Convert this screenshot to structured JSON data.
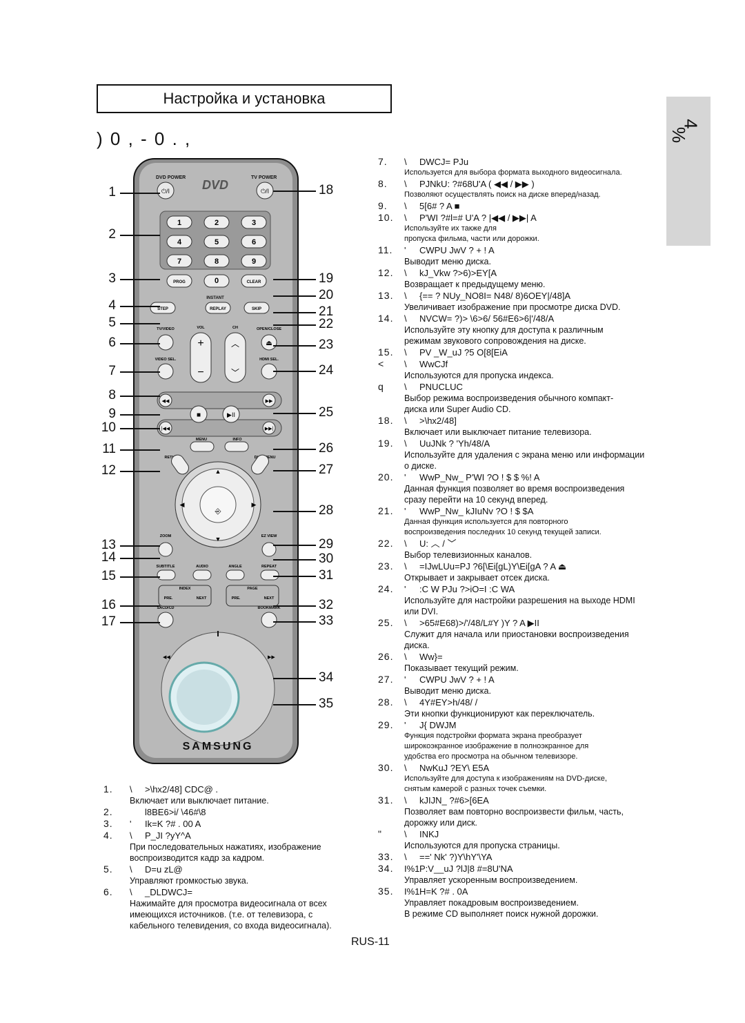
{
  "header": {
    "title": "Настройка и установка"
  },
  "side_tab": {
    "num": "4",
    "pct": "%"
  },
  "garbled_title": ")  0      , -  0             .  ,",
  "remote": {
    "top_buttons": [
      "DVD POWER",
      "TV POWER"
    ],
    "logo": "DVD",
    "digits": [
      "1",
      "2",
      "3",
      "4",
      "5",
      "6",
      "7",
      "8",
      "9",
      "0"
    ],
    "row_labels": [
      "PROG",
      "CLEAR"
    ],
    "instant": "INSTANT",
    "step_row": [
      "STEP",
      "REPLAY",
      "SKIP"
    ],
    "mid_labels": [
      "TV/VIDEO",
      "VOL",
      "CH",
      "OPEN/CLOSE",
      "VIDEO SEL.",
      "HDMI SEL."
    ],
    "nav_labels": [
      "MENU",
      "INFO",
      "RETURN",
      "DISC MENU",
      "ENTER"
    ],
    "bottom_labels": [
      "ZOOM",
      "EZ VIEW",
      "SUBTITLE",
      "AUDIO",
      "ANGLE",
      "REPEAT",
      "INDEX",
      "PAGE",
      "PRE.",
      "NEXT",
      "PRE.",
      "NEXT",
      "SACD/CD",
      "BOOKMARK"
    ],
    "brand": "SAMSUNG",
    "callouts_left": [
      "1",
      "2",
      "3",
      "4",
      "5",
      "6",
      "7",
      "8",
      "9",
      "10",
      "11",
      "12",
      "13",
      "14",
      "15",
      "16",
      "17"
    ],
    "callouts_right": [
      "18",
      "19",
      "20",
      "21",
      "22",
      "23",
      "24",
      "25",
      "26",
      "27",
      "28",
      "29",
      "30",
      "31",
      "32",
      "33",
      "34",
      "35"
    ]
  },
  "right_list": [
    {
      "n": "7.",
      "b": "\\",
      "c": "DWCJ= PJu",
      "d": "Используется для выбора формата выходного видеосигнала.",
      "small": true
    },
    {
      "n": "8.",
      "b": "\\",
      "c": "PJNkU: ?#68U'A           ( ◀◀ / ▶▶ )",
      "d": "Позволяют осуществлять поиск на диске вперед/назад.",
      "small": true
    },
    {
      "n": "9.",
      "b": "\\",
      "c": "5[6#  ?       A  ■",
      "d": ""
    },
    {
      "n": "10.",
      "b": "\\",
      "c": "P'WI ?#l=# U'A ?          |◀◀ / ▶▶| A",
      "d": "Используйте их также для\nпропуска фильма, части или дорожки.",
      "small": true
    },
    {
      "n": "11.",
      "b": "'",
      "c": "CWPU  JwV ?  +  !  A",
      "d": "Выводит меню диска."
    },
    {
      "n": "12.",
      "b": "\\",
      "c": "kJ_Vkw ?>6)>EY[A",
      "d": "Возвращает к предыдущему меню."
    },
    {
      "n": "13.",
      "b": "\\",
      "c": "{==  ? NUy_NO8I= N48/ 8)6OEY|/48]A",
      "d": "Увеличивает изображение при просмотре диска DVD."
    },
    {
      "n": "14.",
      "b": "\\",
      "c": "NVCW= ?)> \\6>6/ 56#E6>6|'/48/A",
      "d": "Используйте эту кнопку для доступа к различным\nрежимам звукового сопровождения на диске."
    },
    {
      "n": "15.",
      "b": "\\",
      "c": "PV _W_uJ ?5 O[8[EiA",
      "d": ""
    },
    {
      "n": "<",
      "b": "\\",
      "c": "WwCJf",
      "d": "Используются для пропуска индекса."
    },
    {
      "n": "q",
      "b": "\\",
      "c": "PNUCLUC",
      "d": "Выбор режима воспроизведения обычного компакт-\nдиска или Super Audio CD."
    },
    {
      "n": "18.",
      "b": "\\",
      "c": ">\\hx2/48]",
      "d": "Включает или выключает питание телевизора."
    },
    {
      "n": "19.",
      "b": "\\",
      "c": "UuJNk ? 'Yh/48/A",
      "d": "Используйте для удаления с экрана меню или информации\nо диске."
    },
    {
      "n": "20.",
      "b": "'",
      "c": "WwP_Nw_ P'WI ?O ! $    $  %!  A",
      "d": "Данная функция позволяет во время воспроизведения\nсразу перейти на 10 секунд вперед."
    },
    {
      "n": "21.",
      "b": "'",
      "c": "WwP_Nw_ kJIuNv ?O ! $         $A",
      "d": "Данная функция используется для повторного\nвоспроизведения последних 10 секунд текущей записи.",
      "small": true
    },
    {
      "n": "22.",
      "b": "\\",
      "c": "U:             ︿ /  ﹀",
      "d": "Выбор телевизионных каналов."
    },
    {
      "n": "23.",
      "b": "\\",
      "c": "=IJwLUu=PJ ?6[\\Ei[gL)Y\\Ei[gA ?        A             ⏏",
      "d": "Открывает и закрывает отсек диска."
    },
    {
      "n": "24.",
      "b": "'",
      "c": ":C W PJu  ?>iO=I :C WA",
      "d": "Используйте для настройки разрешения на выходе HDMI\nили DVI."
    },
    {
      "n": "25.",
      "b": "\\",
      "c": ">65#E68)>/'/48/L#Y )Y ?       A             ▶II",
      "d": "Служит для начала или приостановки воспроизведения\nдиска."
    },
    {
      "n": "26.",
      "b": "\\",
      "c": "Ww}=",
      "d": "Показывает текущий режим."
    },
    {
      "n": "27.",
      "b": "'",
      "c": "CWPU  JwV ?  +  !  A",
      "d": "Выводит меню диска."
    },
    {
      "n": "28.",
      "b": "\\",
      "c": "4Y#EY>h/48/              /",
      "d": "Эти кнопки функционируют как переключатель."
    },
    {
      "n": "29.",
      "b": "'",
      "c": "J{ DWJM",
      "d": "Функция подстройки формата экрана преобразует\nширокоэкранное изображение в полноэкранное для\nудобства его просмотра на обычном телевизоре.",
      "small": true
    },
    {
      "n": "30.",
      "b": "\\",
      "c": "NwKuJ ?EY\\ E5A",
      "d": "Используйте для доступа к изображениям на DVD-диске,\nснятым камерой с разных точек съемки.",
      "small": true
    },
    {
      "n": "31.",
      "b": "\\",
      "c": "kJIJN_ ?#6>[6EA",
      "d": "Позволяет вам повторно воспроизвести фильм, часть,\nдорожку или диск."
    },
    {
      "n": "\"",
      "b": "\\",
      "c": "INKJ",
      "d": "Используются для пропуска страницы."
    },
    {
      "n": "33.",
      "b": "\\",
      "c": "=='  Nk' ?)Y\\hY'\\YA",
      "d": ""
    },
    {
      "n": "34.",
      "b": "I%1",
      "c": "P:V__uJ ?lJ|8  #=8U'NA",
      "d": "Управляет ускоренным воспроизведением."
    },
    {
      "n": "35.",
      "b": "I%1",
      "c": "H=K ?#    .       0A",
      "d": "Управляет покадровым воспроизведением.\nВ режиме CD выполняет поиск нужной дорожки."
    }
  ],
  "left_list": [
    {
      "n": "1.",
      "b": "\\",
      "c": ">\\hx2/48] CDC@    .",
      "d": "Включает или выключает питание."
    },
    {
      "n": "2.",
      "b": "",
      "c": "l8BE6>i/ \\46#\\8",
      "d": ""
    },
    {
      "n": "3.",
      "b": "'",
      "c": "Ik=K ?#   .   00  A",
      "d": ""
    },
    {
      "n": "4.",
      "b": "\\",
      "c": "P_JI ?yY^A",
      "d": "При последовательных нажатиях, изображение\nвоспроизводится кадр за кадром."
    },
    {
      "n": "5.",
      "b": "\\",
      "c": "D=u zL@",
      "d": "Управляют громкостью звука."
    },
    {
      "n": "6.",
      "b": "\\",
      "c": "_DLDWCJ=",
      "d": "Нажимайте для просмотра видеосигнала от всех\nимеющихся источников. (т.е. от телевизора, с\nкабельного телевидения, со входа видеосигнала)."
    }
  ],
  "page_no": "RUS-11"
}
